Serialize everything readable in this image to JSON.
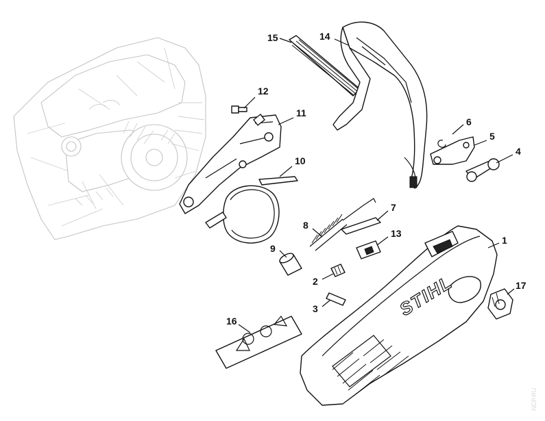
{
  "diagram": {
    "callouts": [
      {
        "id": "c1",
        "text": "1"
      },
      {
        "id": "c2",
        "text": "2"
      },
      {
        "id": "c3",
        "text": "3"
      },
      {
        "id": "c4",
        "text": "4"
      },
      {
        "id": "c5",
        "text": "5"
      },
      {
        "id": "c6",
        "text": "6"
      },
      {
        "id": "c7",
        "text": "7"
      },
      {
        "id": "c8",
        "text": "8"
      },
      {
        "id": "c9",
        "text": "9"
      },
      {
        "id": "c10",
        "text": "10"
      },
      {
        "id": "c11",
        "text": "11"
      },
      {
        "id": "c12",
        "text": "12"
      },
      {
        "id": "c13",
        "text": "13"
      },
      {
        "id": "c14",
        "text": "14"
      },
      {
        "id": "c15",
        "text": "15"
      },
      {
        "id": "c16",
        "text": "16"
      },
      {
        "id": "c17",
        "text": "17"
      }
    ],
    "cover_logo": "STIHL",
    "watermark": "NCP.RU"
  }
}
